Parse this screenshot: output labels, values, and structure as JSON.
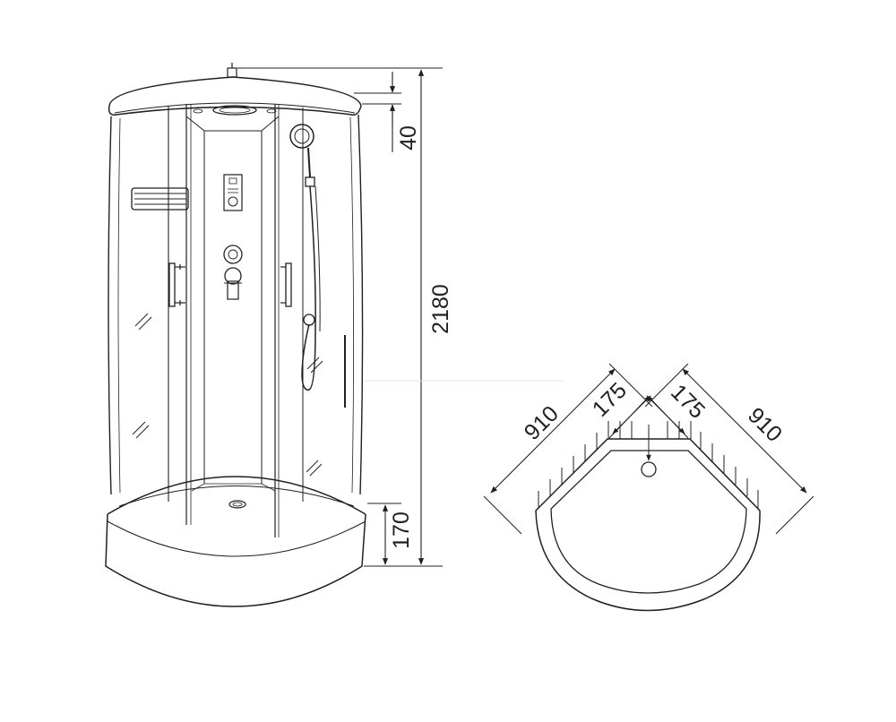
{
  "front_view": {
    "dimensions": {
      "height_total": "2180",
      "roof_height": "40",
      "tray_height": "170"
    }
  },
  "plan_view": {
    "dimensions": {
      "side_left": "910",
      "side_right": "910",
      "offset_left": "175",
      "offset_right": "175"
    }
  },
  "colors": {
    "line": "#231f20",
    "background": "#ffffff"
  }
}
